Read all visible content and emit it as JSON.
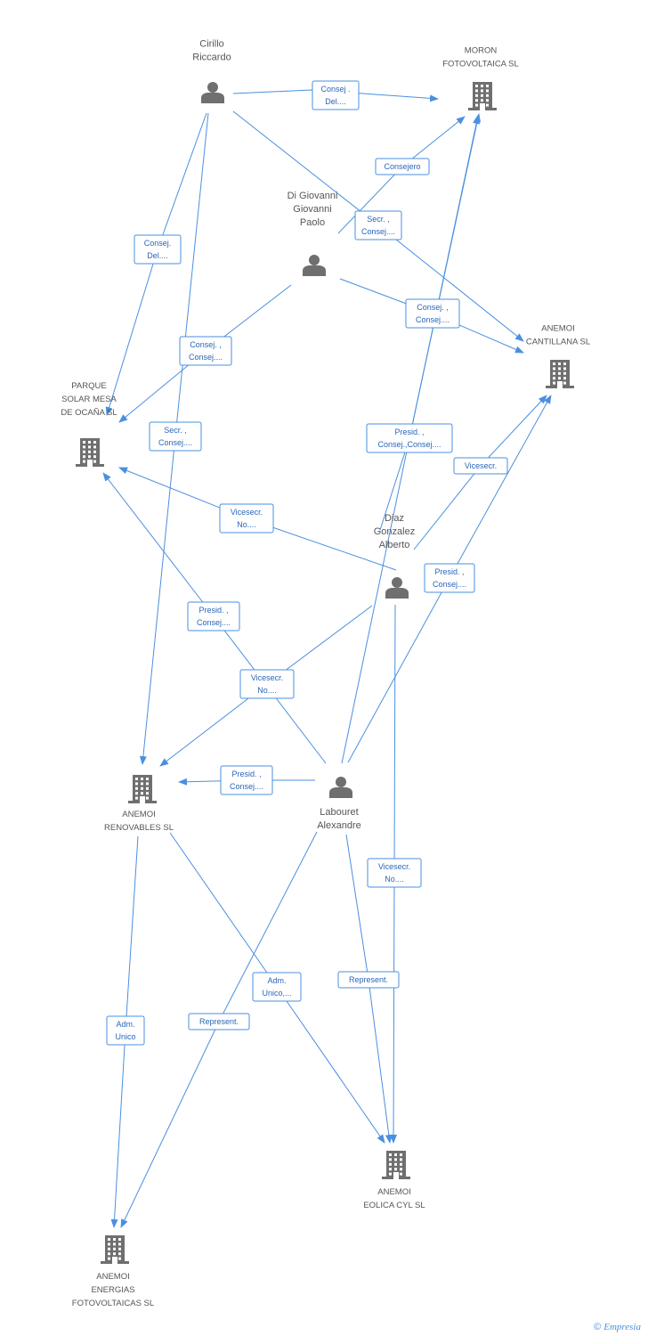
{
  "nodes": [
    {
      "id": "cirillo",
      "type": "person",
      "label": [
        "Cirillo",
        "Riccardo"
      ]
    },
    {
      "id": "moron",
      "type": "company",
      "label": [
        "MORON",
        "FOTOVOLTAICA SL"
      ]
    },
    {
      "id": "digiovanni",
      "type": "person",
      "label": [
        "Di Giovanni",
        "Giovanni",
        "Paolo"
      ]
    },
    {
      "id": "cantillana",
      "type": "company",
      "label": [
        "ANEMOI",
        "CANTILLANA SL"
      ]
    },
    {
      "id": "parque",
      "type": "company",
      "label": [
        "PARQUE",
        "SOLAR MESA",
        "DE OCAÑA SL"
      ]
    },
    {
      "id": "diaz",
      "type": "person",
      "label": [
        "Diaz",
        "Gonzalez",
        "Alberto"
      ]
    },
    {
      "id": "renovables",
      "type": "company",
      "label": [
        "ANEMOI",
        "RENOVABLES SL"
      ]
    },
    {
      "id": "labouret",
      "type": "person",
      "label": [
        "Labouret",
        "Alexandre"
      ]
    },
    {
      "id": "eolica",
      "type": "company",
      "label": [
        "ANEMOI",
        "EOLICA CYL  SL"
      ]
    },
    {
      "id": "energias",
      "type": "company",
      "label": [
        "ANEMOI",
        "ENERGIAS",
        "FOTOVOLTAICAS SL"
      ]
    }
  ],
  "edges": [
    {
      "from": "cirillo",
      "to": "moron",
      "label": [
        "Consej .",
        "Del...."
      ]
    },
    {
      "from": "digiovanni",
      "to": "moron",
      "label": [
        "Consejero"
      ]
    },
    {
      "from": "cirillo",
      "to": "cantillana",
      "label": [
        "Secr. ,",
        "Consej...."
      ]
    },
    {
      "from": "cirillo",
      "to": "parque",
      "label": [
        "Consej.",
        "Del...."
      ]
    },
    {
      "from": "digiovanni",
      "to": "cantillana",
      "label": [
        "Consej. ,",
        "Consej...."
      ]
    },
    {
      "from": "digiovanni",
      "to": "parque",
      "label": [
        "Consej. ,",
        "Consej...."
      ]
    },
    {
      "from": "cirillo",
      "to": "renovables",
      "label": [
        "Secr. ,",
        "Consej...."
      ]
    },
    {
      "from": "diaz",
      "to": "moron",
      "label": [
        "Presid. ,",
        "Consej.,Consej...."
      ]
    },
    {
      "from": "diaz",
      "to": "cantillana",
      "label": [
        "Vicesecr."
      ]
    },
    {
      "from": "diaz",
      "to": "parque",
      "label": [
        "Vicesecr.",
        "No...."
      ]
    },
    {
      "from": "labouret",
      "to": "cantillana",
      "label": [
        "Presid. ,",
        "Consej...."
      ]
    },
    {
      "from": "labouret",
      "to": "parque",
      "label": [
        "Presid. ,",
        "Consej...."
      ]
    },
    {
      "from": "diaz",
      "to": "renovables",
      "label": [
        "Vicesecr.",
        "No...."
      ]
    },
    {
      "from": "labouret",
      "to": "renovables",
      "label": [
        "Presid. ,",
        "Consej...."
      ]
    },
    {
      "from": "diaz",
      "to": "eolica",
      "label": [
        "Vicesecr.",
        "No...."
      ]
    },
    {
      "from": "renovables",
      "to": "eolica",
      "label": [
        "Adm.",
        "Unico,..."
      ]
    },
    {
      "from": "labouret",
      "to": "eolica",
      "label": [
        "Represent."
      ]
    },
    {
      "from": "renovables",
      "to": "energias",
      "label": [
        "Adm.",
        "Unico"
      ]
    },
    {
      "from": "labouret",
      "to": "energias",
      "label": [
        "Represent."
      ]
    },
    {
      "from": "labouret",
      "to": "moron",
      "label": []
    }
  ],
  "brand": {
    "copyright": "©",
    "name": "Empresia"
  },
  "colors": {
    "edge": "#4a8fe0",
    "icon": "#6f6f6f",
    "text": "#555555"
  }
}
